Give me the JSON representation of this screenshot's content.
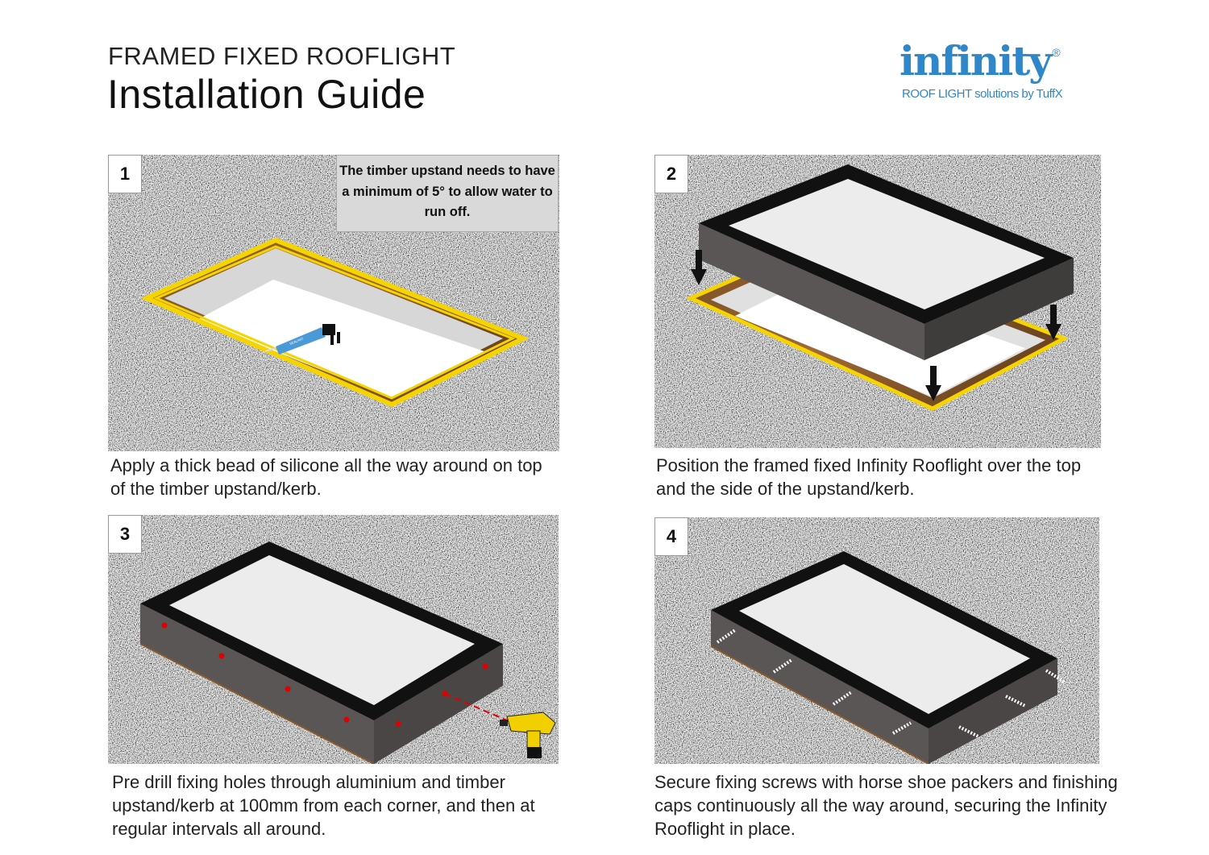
{
  "header": {
    "subtitle": "FRAMED FIXED ROOFLIGHT",
    "title": "Installation Guide"
  },
  "logo": {
    "word": "infinity",
    "registered": "®",
    "tagline": "ROOF LIGHT solutions by TuffX",
    "color": "#2f86c8"
  },
  "steps": [
    {
      "number": "1",
      "note": "The timber upstand needs to have a minimum of 5° to allow water to run off.",
      "tool_label": "SEALANT",
      "caption": "Apply a thick bead of silicone all the way around on top of the timber upstand/kerb."
    },
    {
      "number": "2",
      "caption": "Position the framed fixed Infinity Rooflight over the top and the side of the upstand/kerb."
    },
    {
      "number": "3",
      "caption": "Pre drill fixing holes through aluminium and timber upstand/kerb at 100mm from each corner, and then at regular intervals all around."
    },
    {
      "number": "4",
      "caption": "Secure fixing screws with horse shoe packers and finishing caps continuously all the way around, securing the Infinity Rooflight in place."
    }
  ],
  "colors": {
    "silicone": "#f5d400",
    "timber": "#8a5a2b",
    "frame": "#111111",
    "frame_side": "#5a5656",
    "drill_hole": "#e00000"
  }
}
